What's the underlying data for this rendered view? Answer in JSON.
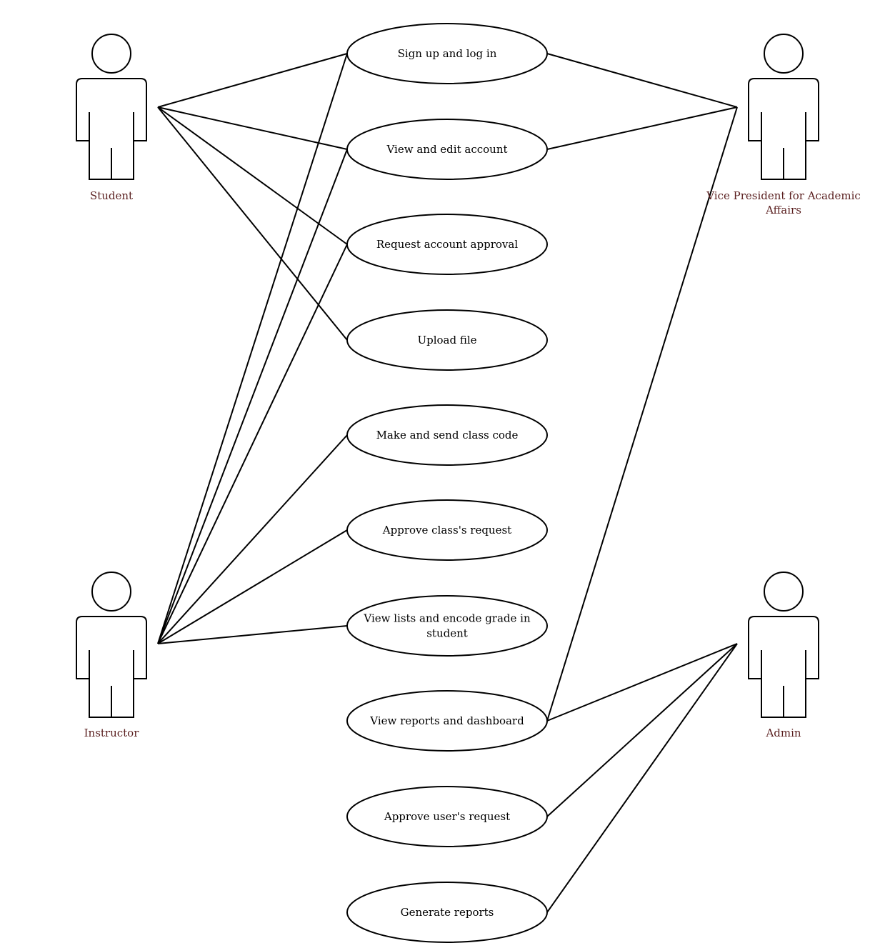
{
  "diagram": {
    "actors": [
      {
        "id": "student",
        "label": [
          "Student"
        ]
      },
      {
        "id": "instructor",
        "label": [
          "Instructor"
        ]
      },
      {
        "id": "vpaa",
        "label": [
          "Vice President for Academic",
          "Affairs"
        ]
      },
      {
        "id": "admin",
        "label": [
          "Admin"
        ]
      }
    ],
    "use_cases": [
      {
        "id": "signup",
        "label": [
          "Sign up and log in"
        ]
      },
      {
        "id": "viewedit",
        "label": [
          "View and edit account"
        ]
      },
      {
        "id": "reqapproval",
        "label": [
          "Request account approval"
        ]
      },
      {
        "id": "upload",
        "label": [
          "Upload file"
        ]
      },
      {
        "id": "classcode",
        "label": [
          "Make and send class code"
        ]
      },
      {
        "id": "approveclass",
        "label": [
          "Approve class's request"
        ]
      },
      {
        "id": "encodegrade",
        "label": [
          "View lists and encode grade in",
          "student"
        ]
      },
      {
        "id": "reports",
        "label": [
          "View reports and dashboard"
        ]
      },
      {
        "id": "approveuser",
        "label": [
          "Approve user's request"
        ]
      },
      {
        "id": "generate",
        "label": [
          "Generate reports"
        ]
      }
    ],
    "associations": [
      [
        "student",
        "signup"
      ],
      [
        "student",
        "viewedit"
      ],
      [
        "student",
        "reqapproval"
      ],
      [
        "student",
        "upload"
      ],
      [
        "instructor",
        "signup"
      ],
      [
        "instructor",
        "viewedit"
      ],
      [
        "instructor",
        "reqapproval"
      ],
      [
        "instructor",
        "classcode"
      ],
      [
        "instructor",
        "approveclass"
      ],
      [
        "instructor",
        "encodegrade"
      ],
      [
        "vpaa",
        "signup"
      ],
      [
        "vpaa",
        "viewedit"
      ],
      [
        "vpaa",
        "reports"
      ],
      [
        "admin",
        "reports"
      ],
      [
        "admin",
        "approveuser"
      ],
      [
        "admin",
        "generate"
      ]
    ]
  }
}
